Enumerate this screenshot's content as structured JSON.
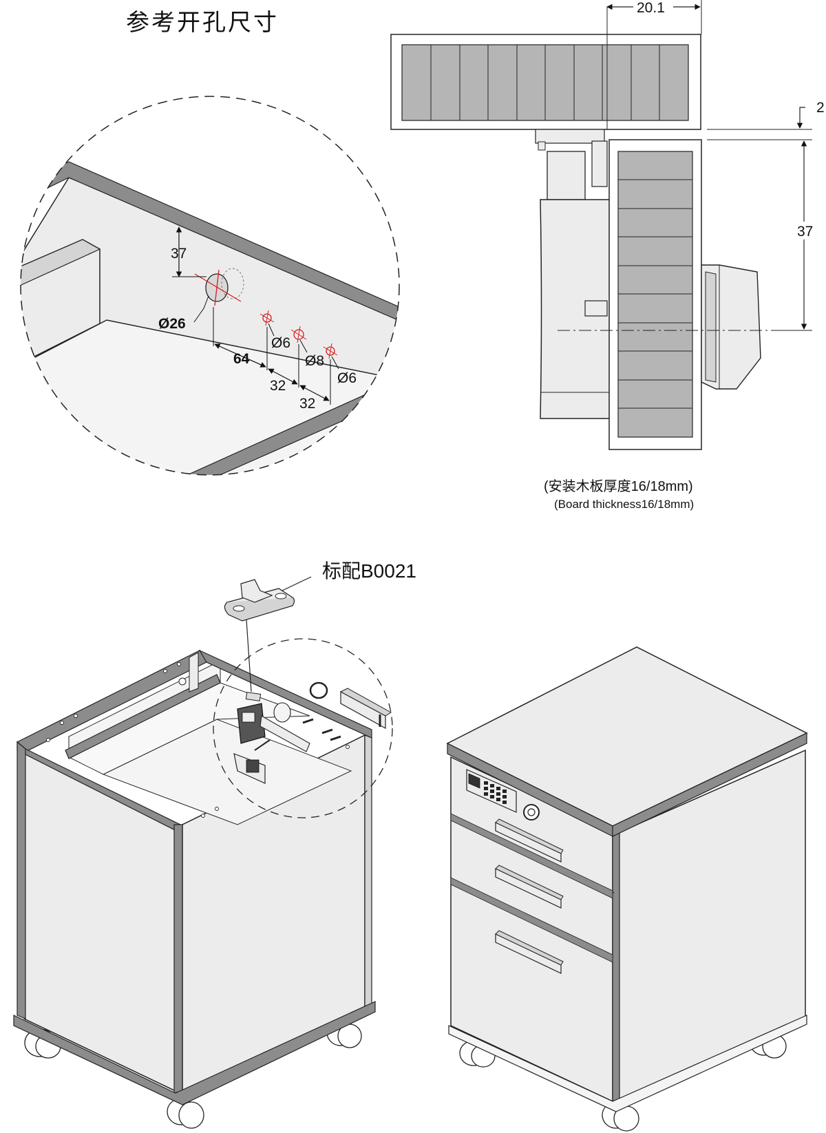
{
  "hole_reference": {
    "title": "参考开孔尺寸",
    "distance_top": "37",
    "main_hole": "Ø26",
    "spacing_a": "64",
    "spacing_b": "32",
    "spacing_c": "32",
    "hole_1": "Ø6",
    "hole_2": "Ø8",
    "hole_3": "Ø6"
  },
  "section_view": {
    "offset_top": "20.1",
    "offset_right": "2",
    "height": "37",
    "caption_cn": "(安装木板厚度16/18mm)",
    "caption_en": "(Board thickness16/18mm)"
  },
  "assembly": {
    "part_label": "标配B0021"
  },
  "colors": {
    "line": "#222222",
    "panel_fill": "#ececec",
    "board_fill": "#b5b5b5",
    "edge_fill": "#8c8c8c",
    "hole_mark": "#d81b1b"
  }
}
